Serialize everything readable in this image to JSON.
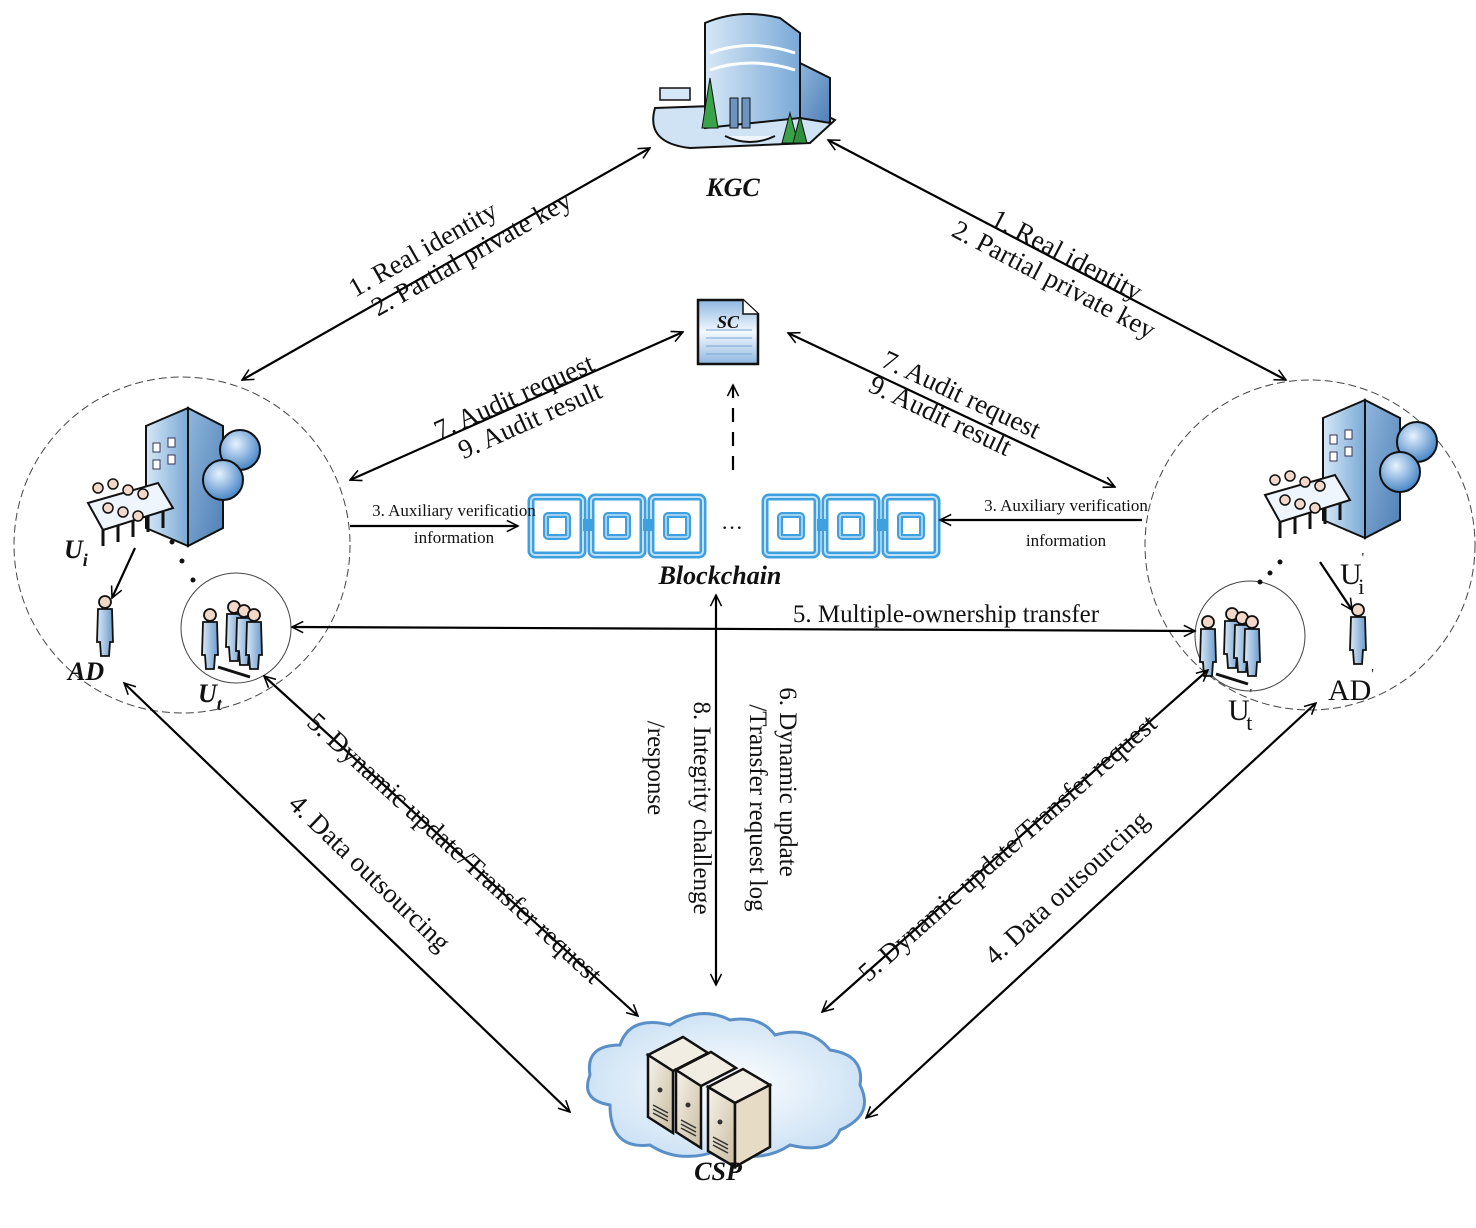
{
  "entities": {
    "kgc": "KGC",
    "sc": "SC",
    "blockchain": "Blockchain",
    "csp": "CSP",
    "left_org": "U",
    "left_org_sub": "i",
    "left_ad": "AD",
    "left_users": "U",
    "left_users_sub": "t",
    "right_org": "U",
    "right_org_sub": "i",
    "right_org_prime": "'",
    "right_ad": "AD",
    "right_ad_prime": "'",
    "right_users": "U",
    "right_users_sub": "t",
    "right_users_prime": "'"
  },
  "edges": {
    "kgc_left_1": "1. Real identity",
    "kgc_left_2": "2. Partial private key",
    "kgc_right_1": "1. Real identity",
    "kgc_right_2": "2. Partial private key",
    "sc_left_1": "7. Audit request",
    "sc_left_2": "9. Audit result",
    "sc_right_1": "7. Audit request",
    "sc_right_2": "9. Audit result",
    "aux_left_1": "3. Auxiliary verification",
    "aux_left_2": "information",
    "aux_right_1": "3. Auxiliary verification",
    "aux_right_2": "information",
    "transfer": "5. Multiple-ownership transfer",
    "chain_csp_1": "6. Dynamic update",
    "chain_csp_2": "/Transfer request log",
    "chain_csp_3": "8. Integrity challenge",
    "chain_csp_4": "/response",
    "left_dyn": "5. Dynamic update/Transfer request",
    "left_out": "4. Data outsourcing",
    "right_dyn": "5. Dynamic update/Transfer request",
    "right_out": "4. Data outsourcing",
    "chain_ellipsis": "···"
  },
  "colors": {
    "icon_blue": "#9cc3e6",
    "icon_blue_dark": "#5b8fc7",
    "chain_blue": "#3fa0e0",
    "server_beige": "#e8e0cc",
    "tree_green": "#3aa34a"
  }
}
